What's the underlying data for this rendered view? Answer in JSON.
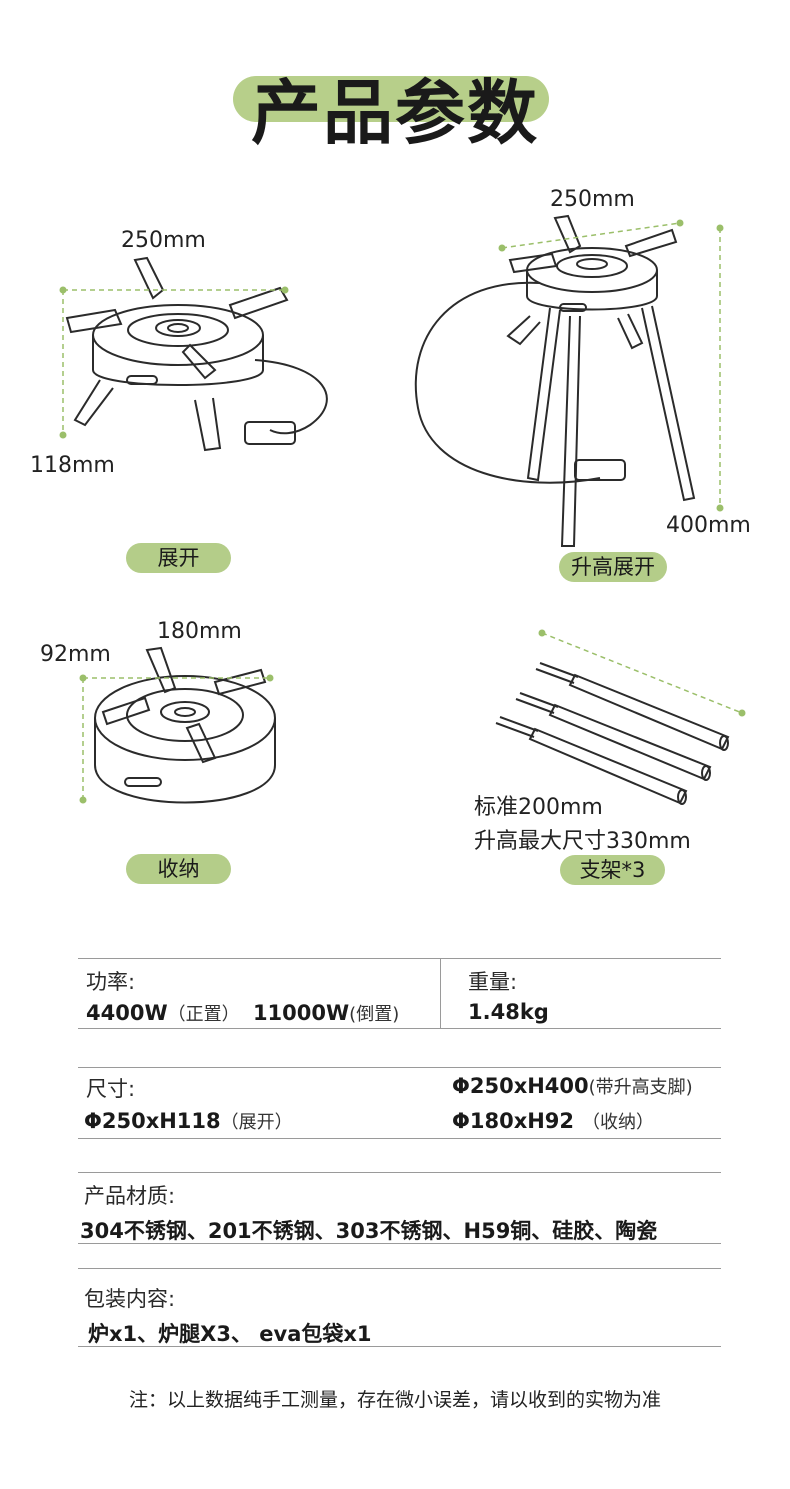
{
  "title": "产品参数",
  "views": {
    "unfold": {
      "width_label": "250mm",
      "height_label": "118mm",
      "badge": "展开"
    },
    "raised": {
      "width_label": "250mm",
      "height_label": "400mm",
      "badge": "升高展开"
    },
    "stowed": {
      "width_label": "180mm",
      "height_label": "92mm",
      "badge": "收纳"
    },
    "legs": {
      "line1": "标准200mm",
      "line2": "升高最大尺寸330mm",
      "badge": "支架*3"
    }
  },
  "specs": {
    "power": {
      "label": "功率:",
      "value1": "4400W",
      "value1_note": "（正置）",
      "value2": "11000W",
      "value2_note": "(倒置)"
    },
    "weight": {
      "label": "重量:",
      "value": "1.48kg"
    },
    "size": {
      "label": "尺寸:",
      "unfold_value": "Φ250xH118",
      "unfold_note": "（展开）",
      "raised_value": "Φ250xH400",
      "raised_note": "(带升高支脚)",
      "stowed_value": "Φ180xH92",
      "stowed_note": "（收纳）"
    },
    "material": {
      "label": "产品材质:",
      "value": "304不锈钢、201不锈钢、303不锈钢、H59铜、硅胶、陶瓷"
    },
    "package": {
      "label": "包装内容:",
      "value": "炉x1、炉腿X3、 eva包袋x1"
    }
  },
  "footnote": "注：以上数据纯手工测量，存在微小误差，请以收到的实物为准",
  "colors": {
    "accent_green": "#b4cd89",
    "line_gray": "#9a9a9a",
    "dim_dot": "#9bbf6a"
  }
}
